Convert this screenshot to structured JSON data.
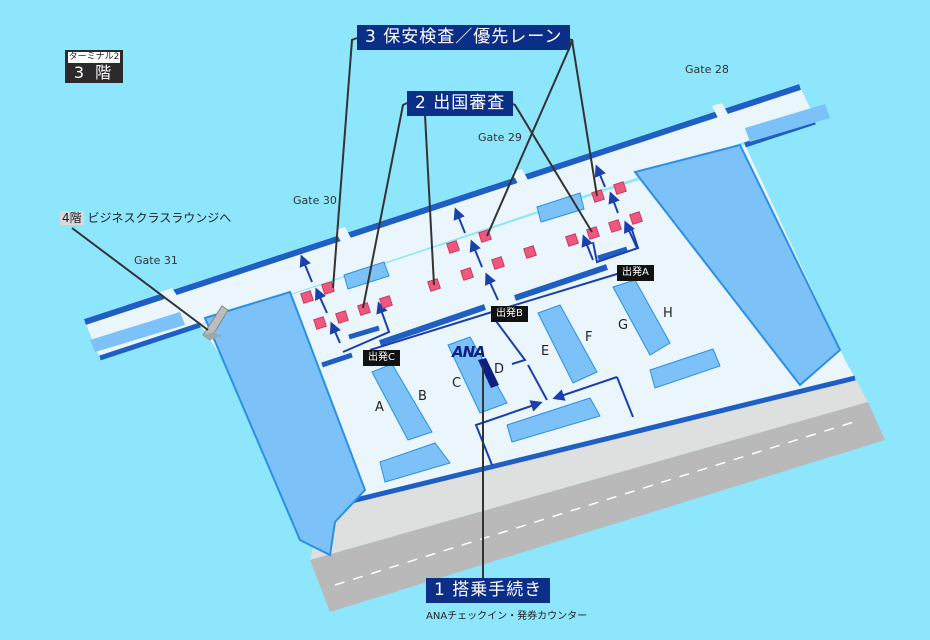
{
  "terminal_badge": {
    "terminal": "ターミナル2",
    "floor": "3 階"
  },
  "callouts": {
    "security": "3 保安検査／優先レーン",
    "immigration": "2 出国審査",
    "checkin": "1 搭乗手続き",
    "checkin_sub": "ANAチェックイン・発券カウンター"
  },
  "lounge": {
    "floor": "4階",
    "label": "ビジネスクラスラウンジへ"
  },
  "gates": [
    "Gate 28",
    "Gate 29",
    "Gate 30",
    "Gate 31"
  ],
  "departures": [
    "出発A",
    "出発B",
    "出発C"
  ],
  "counters": [
    "A",
    "B",
    "C",
    "D",
    "E",
    "F",
    "G",
    "H"
  ],
  "logo": "ANA",
  "colors": {
    "background": "#8ee6fd",
    "floor": "#eaf6fb",
    "wall": "#1f5fc4",
    "block": "#7cc1f7",
    "callout": "#0b2f86",
    "checkpoint": "#f0577f",
    "lane": "#1b3fae"
  }
}
